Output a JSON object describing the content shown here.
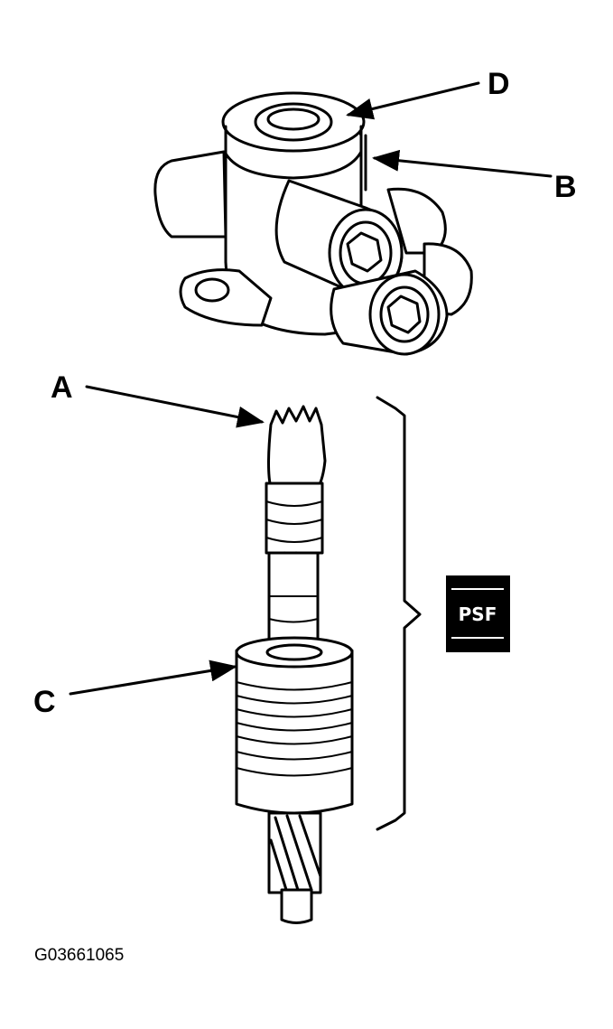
{
  "callouts": {
    "a": "A",
    "b": "B",
    "c": "C",
    "d": "D"
  },
  "badge": {
    "text": "PSF",
    "color": "#000000"
  },
  "figure_id": "G03661065"
}
